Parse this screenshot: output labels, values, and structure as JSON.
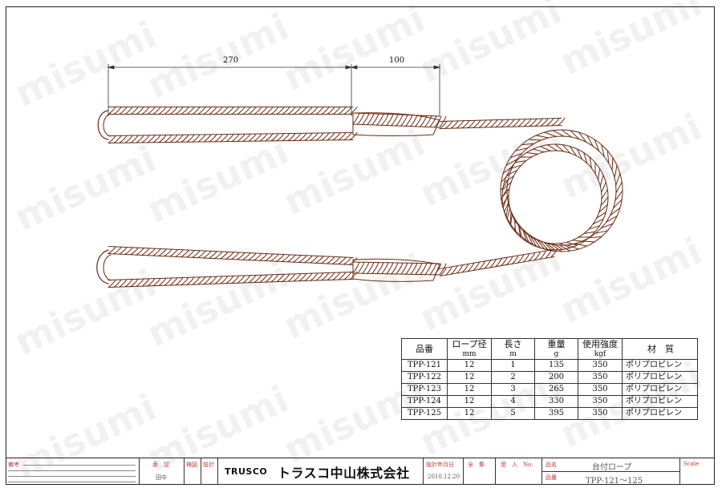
{
  "watermark": "misumi",
  "dimensions": {
    "eye_length": "270",
    "splice_length": "100"
  },
  "spec_table": {
    "headers": [
      {
        "label": "品番",
        "unit": ""
      },
      {
        "label": "ロープ径",
        "unit": "mm"
      },
      {
        "label": "長さ",
        "unit": "m"
      },
      {
        "label": "重量",
        "unit": "g"
      },
      {
        "label": "使用強度",
        "unit": "kgf"
      },
      {
        "label": "材　質",
        "unit": ""
      }
    ],
    "rows": [
      [
        "TPP-121",
        "12",
        "1",
        "135",
        "350",
        "ポリプロピレン"
      ],
      [
        "TPP-122",
        "12",
        "2",
        "200",
        "350",
        "ポリプロピレン"
      ],
      [
        "TPP-123",
        "12",
        "3",
        "265",
        "350",
        "ポリプロピレン"
      ],
      [
        "TPP-124",
        "12",
        "4",
        "330",
        "350",
        "ポリプロピレン"
      ],
      [
        "TPP-125",
        "12",
        "5",
        "395",
        "350",
        "ポリプロピレン"
      ]
    ]
  },
  "title_block": {
    "remarks_label": "備考",
    "approve_label": "承　認",
    "approver": "田中",
    "check_label": "検図",
    "design_label": "設計",
    "brand_en": "TRUSCO",
    "brand_jp": "トラスコ中山株式会社",
    "date_label": "設計年月日",
    "date_value": "2010.12.20",
    "revision_label": "全　集",
    "receive_label": "受　入　No.",
    "product_name_label": "品名",
    "product_name": "台付ロープ",
    "product_no_label": "品番",
    "product_no": "TPP-121～125",
    "scale_label": "Scale"
  }
}
